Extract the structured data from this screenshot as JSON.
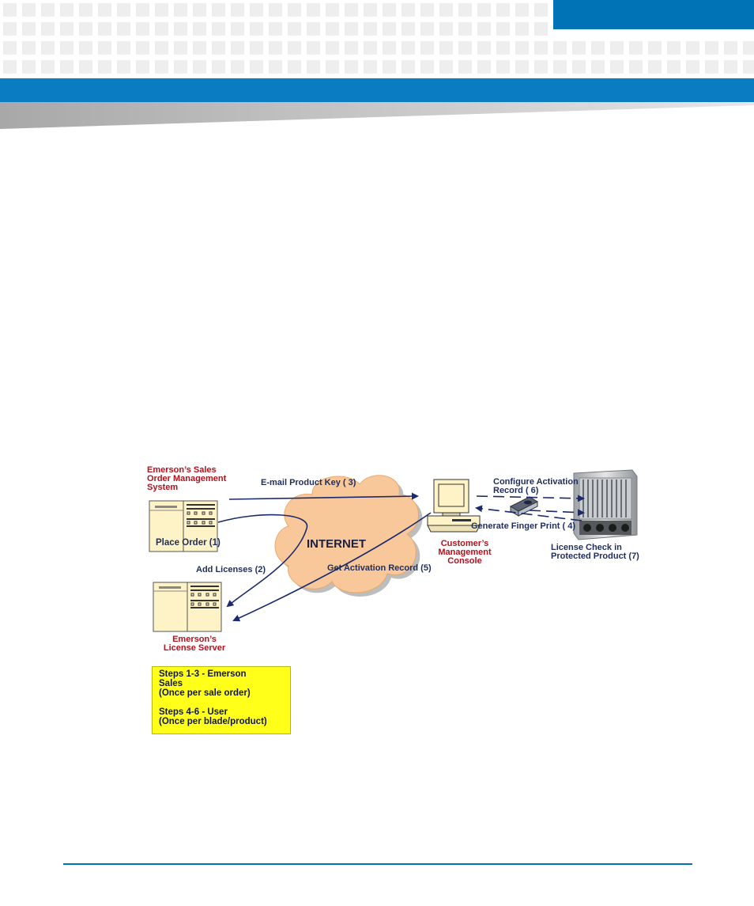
{
  "diagram": {
    "sales_system_label": "Emerson’s  Sales\nOrder Management\nSystem",
    "email_label": "E-mail Product Key ( 3)",
    "internet_label": "INTERNET",
    "configure_label": "Configure Activation\nRecord ( 6)",
    "fingerprint_label": "Generate Finger Print ( 4)",
    "place_order_label": "Place Order (1)",
    "console_label": "Customer’s\nManagement\nConsole",
    "license_check_label": "License Check in\nProtected Product (7)",
    "add_licenses_label": "Add Licenses (2)",
    "get_activation_label": "Get Activation Record (5)",
    "license_server_label": "Emerson’s\nLicense  Server",
    "legend": {
      "line1": "Steps 1-3  -  Emerson",
      "line2": "Sales",
      "line3": "(Once per sale order)",
      "line4": "Steps 4-6  - User",
      "line5": "(Once per blade/product)"
    }
  },
  "colors": {
    "brand_blue": "#0a7cc1",
    "label_red": "#b3111d",
    "label_navy": "#1f2d5c",
    "cloud": "#f9c89a",
    "legend_yellow": "#ffff1a"
  }
}
